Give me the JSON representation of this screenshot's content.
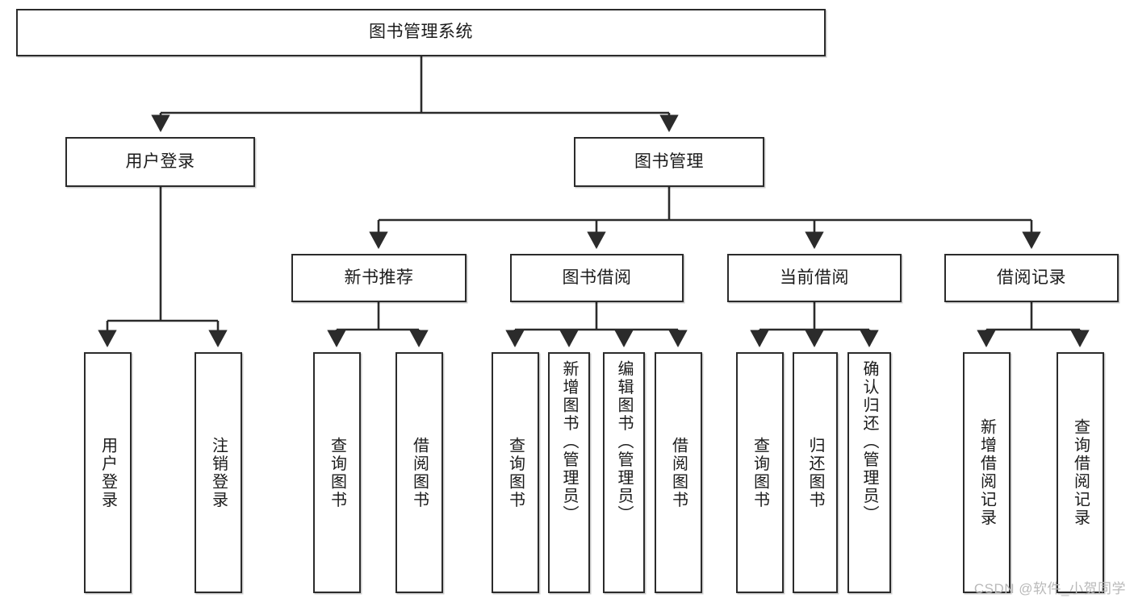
{
  "diagram": {
    "type": "tree-hierarchy-flowchart",
    "root": {
      "id": "root",
      "label": "图书管理系统"
    },
    "level2": [
      {
        "id": "user-login",
        "label": "用户登录"
      },
      {
        "id": "book-manage",
        "label": "图书管理"
      }
    ],
    "level3": [
      {
        "id": "new-book-rec",
        "label": "新书推荐"
      },
      {
        "id": "book-borrow",
        "label": "图书借阅"
      },
      {
        "id": "current-borrow",
        "label": "当前借阅"
      },
      {
        "id": "borrow-record",
        "label": "借阅记录"
      }
    ],
    "leaves": {
      "user_login": [
        {
          "id": "leaf-user-login",
          "label": "用户登录"
        },
        {
          "id": "leaf-logout",
          "label": "注销登录"
        }
      ],
      "new_book_rec": [
        {
          "id": "leaf-query-book-1",
          "label": "查询图书"
        },
        {
          "id": "leaf-borrow-book-1",
          "label": "借阅图书"
        }
      ],
      "book_borrow": [
        {
          "id": "leaf-query-book-2",
          "label": "查询图书"
        },
        {
          "id": "leaf-add-book",
          "label": "新增图书（管理员）"
        },
        {
          "id": "leaf-edit-book",
          "label": "编辑图书（管理员）"
        },
        {
          "id": "leaf-borrow-book-2",
          "label": "借阅图书"
        }
      ],
      "current_borrow": [
        {
          "id": "leaf-query-book-3",
          "label": "查询图书"
        },
        {
          "id": "leaf-return-book",
          "label": "归还图书"
        },
        {
          "id": "leaf-confirm-return",
          "label": "确认归还（管理员）"
        }
      ],
      "borrow_record": [
        {
          "id": "leaf-add-record",
          "label": "新增借阅记录"
        },
        {
          "id": "leaf-query-record",
          "label": "查询借阅记录"
        }
      ]
    }
  },
  "watermark": {
    "text": "CSDN @软件_小贺同学"
  },
  "colors": {
    "stroke": "#2b2b2b",
    "fill": "#ffffff",
    "text": "#1b1b1b",
    "watermark": "#b9b9b9"
  }
}
